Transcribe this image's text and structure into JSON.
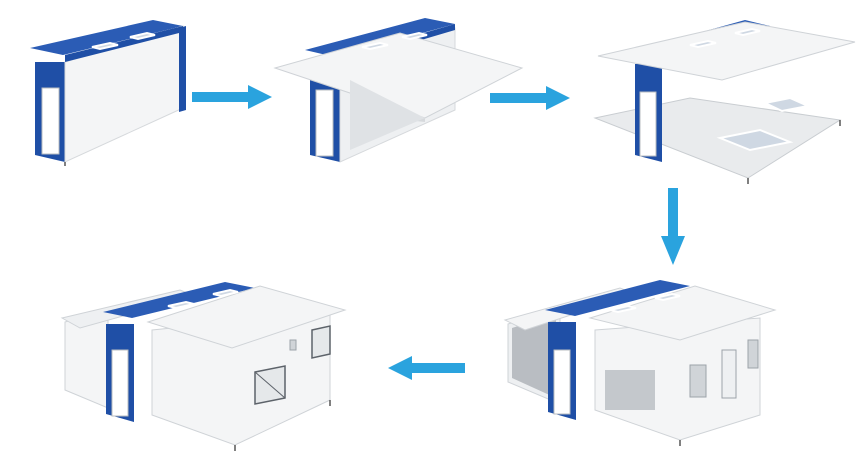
{
  "diagram": {
    "steps": [
      {
        "id": "step-1",
        "state": "folded"
      },
      {
        "id": "step-2",
        "state": "roof-unfolding"
      },
      {
        "id": "step-3",
        "state": "roof-and-floor-unfolded"
      },
      {
        "id": "step-4",
        "state": "walls-raising"
      },
      {
        "id": "step-5",
        "state": "fully-assembled"
      }
    ],
    "arrows": [
      {
        "from": "step-1",
        "to": "step-2",
        "direction": "right"
      },
      {
        "from": "step-2",
        "to": "step-3",
        "direction": "right"
      },
      {
        "from": "step-3",
        "to": "step-4",
        "direction": "down"
      },
      {
        "from": "step-4",
        "to": "step-5",
        "direction": "left"
      }
    ],
    "colors": {
      "core_blue": "#1f4fa6",
      "core_blue_dark": "#163c82",
      "panel_white": "#f4f5f6",
      "panel_shadow": "#d6d9dc",
      "arrow_blue": "#2aa3de"
    }
  }
}
